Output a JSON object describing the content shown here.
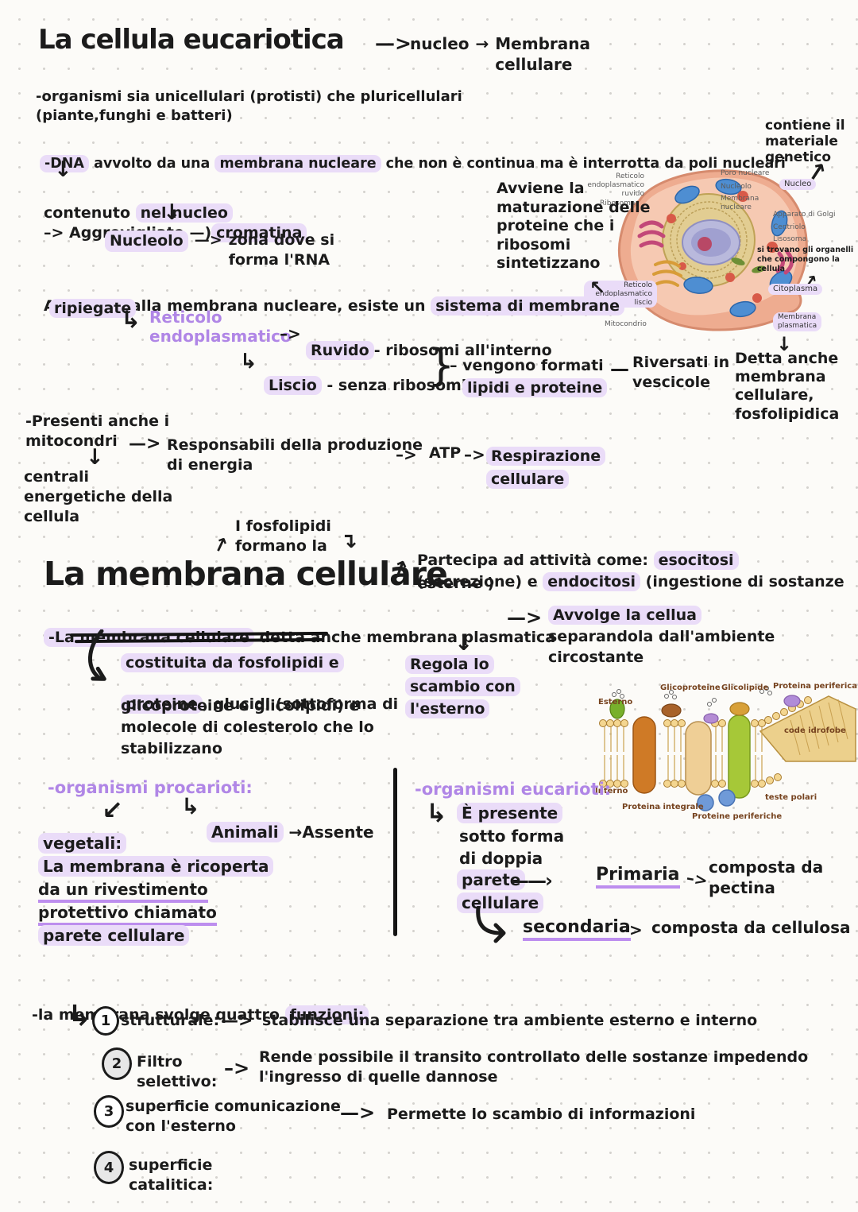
{
  "colors": {
    "highlight": "#eadcf8",
    "purple_text": "#b086e6",
    "underline": "#bd8eee",
    "ink": "#1b1b1b"
  },
  "icons": {
    "arrow_right_long": "—>",
    "arrow_right": "–>",
    "arrow_right_small": "→",
    "arrow_curve_close": "—)",
    "arrow_down": "↓",
    "arrow_branch": "↳",
    "arrow_diag_sw": "↙",
    "arrow_ne": "↗",
    "arrow_nw": "↖",
    "arrow_corner_down": "↴",
    "brace": "}",
    "dash": "—",
    "arrow_head": "›",
    "arrow_long_line": "——›"
  },
  "header": {
    "title": "La cellula eucariotica",
    "flow_1": "nucleo",
    "flow_2": "Membrana\ncellulare"
  },
  "intro": {
    "organismi": "-organismi sia unicellulari (protisti) che pluricellulari\n(piante,funghi e batteri)",
    "dna_hl1": "-DNA",
    "dna_mid": " avvolto da una ",
    "dna_hl2": "membrana nucleare",
    "dna_rest": " che non è continua ma è interrotta da poli nucleari",
    "contiene": "contiene il\nmateriale\ngenetico"
  },
  "nucleo_chain": {
    "contenuto": "contenuto ",
    "nel_nucleo": "nel nucleo",
    "aggrovigliato": " Aggrovigliato ",
    "cromatina": "cromatina",
    "nucleolo": "Nucleolo",
    "zona": "zona dove si\nforma l'RNA"
  },
  "cell_figure": {
    "labels": {
      "ret_ruvido": "Reticolo\nendoplasmatico\nruvido",
      "ribosoma": "Ribosoma",
      "poro": "Poro nucleare",
      "nucleolo": "Nucleolo",
      "membrana_nucleare": "Membrana\nnucleare",
      "nucleo": "Nucleo",
      "golgi": "Apparato di Golgi",
      "centriolo": "Centriolo",
      "lisosoma": "Lisosoma",
      "citoplasma": "Citoplasma",
      "ret_liscio": "Reticolo\nendoplasmatico\nliscio",
      "mitocondrio": "Mitocondrio",
      "membrana_plasmatica": "Membrana\nplasmatica"
    },
    "note_organelli": "si trovano gli organelli\nche compongono la\ncellula",
    "avviene": "Avviene la\nmaturazione delle\nproteine che i\nribosomi\nsintetizzano"
  },
  "reticolo_section": {
    "attaccato_pre": "Attaccato alla membrana nucleare, esiste un ",
    "attaccato_hl": "sistema di membrane",
    "ripiegate": "ripiegate",
    "reticolo": "Reticolo\nendoplasmatico",
    "ruvido_hl": "Ruvido",
    "ruvido_rest": "- ribosomi all'interno",
    "liscio_hl": "Liscio",
    "liscio_rest": " - senza ribosomi",
    "vengono": "– vengono formati",
    "lipidi": "lipidi e proteine",
    "riversati": "Riversati in\nvescicole",
    "detta": "Detta anche\nmembrana\ncellulare,\nfosfolipidica"
  },
  "mitocondri_section": {
    "presenti": "-Presenti anche i\nmitocondri",
    "responsabili": "Responsabili della produzione\ndi energia",
    "atp": "ATP",
    "respirazione": "Respirazione\ncellulare",
    "centrali": "centrali\nenergetiche della\ncellula"
  },
  "membrana_section": {
    "fosfolipidi": "I fosfolipidi\nformano la",
    "title": "La membrana cellulare",
    "partecipa_pre": "Partecipa ad attività come: ",
    "esocitosi": "esocitosi",
    "partecipa_mid": "(secrezione) e ",
    "endocitosi": "endocitosi",
    "partecipa_rest": " (ingestione di sostanze",
    "esterne": "esterne )",
    "line_hl": "-La membrana cellulare",
    "line_rest": " detta anche membrana plasmatica",
    "avvolge1": "Avvolge la cellua",
    "avvolge2": "separandola dall'ambiente",
    "avvolge3": "circostante",
    "costituita_hl1": "costituita da fosfolipidi e",
    "costituita_hl2": "proteine",
    "costituita_l2rest": ", glucidi (sottoforma di",
    "costituita_l3": "glicoproteine e glicolipidi) e",
    "costituita_l4": "molecole di colesterolo che lo",
    "costituita_l5": "stabilizzano",
    "regola1": "Regola lo",
    "regola2": "scambio con",
    "regola3": "l'esterno"
  },
  "membrane_figure": {
    "esterno": "Esterno",
    "glicoproteine": "Glicoproteine",
    "glicolipide": "Glicolipide",
    "proteina_periferica": "Proteina periferica",
    "code_idrofobe": "code idrofobe",
    "interno": "Interno",
    "proteina_integrale": "Proteina integrale",
    "proteine_periferiche": "Proteine periferiche",
    "teste_polari": "teste polari"
  },
  "parete_section": {
    "procarioti": "-organismi procarioti:",
    "animali": "Animali",
    "assente": "→Assente",
    "vegetali": "vegetali:",
    "veg1": "La membrana è ricoperta",
    "veg2": "da un rivestimento",
    "veg3": "protettivo chiamato",
    "veg4": "parete cellulare",
    "eucarioti": "-organismi eucarioti:",
    "presente1": "È presente",
    "presente2": "sotto forma",
    "presente3": "di doppia",
    "presente4": "parete",
    "presente5": "cellulare",
    "primaria": "Primaria",
    "pectina": "composta da\npectina",
    "secondaria": "secondaria",
    "cellulosa": "composta da cellulosa"
  },
  "funzioni_section": {
    "intro_pre": "-la membrana svolge quattro ",
    "intro_hl": "funzioni:",
    "f1_num": "1",
    "f1_name": "strutturale:",
    "f1_desc": "stabilisce una separazione tra ambiente esterno e interno",
    "f2_num": "2",
    "f2_name": "Filtro\nselettivo:",
    "f2_desc": "Rende possibile il transito controllato delle sostanze impedendo\nl'ingresso di quelle dannose",
    "f3_num": "3",
    "f3_name": "superficie comunicazione\ncon l'esterno",
    "f3_desc": "Permette lo scambio di informazioni",
    "f4_num": "4",
    "f4_name": "superficie\ncatalitica:"
  }
}
